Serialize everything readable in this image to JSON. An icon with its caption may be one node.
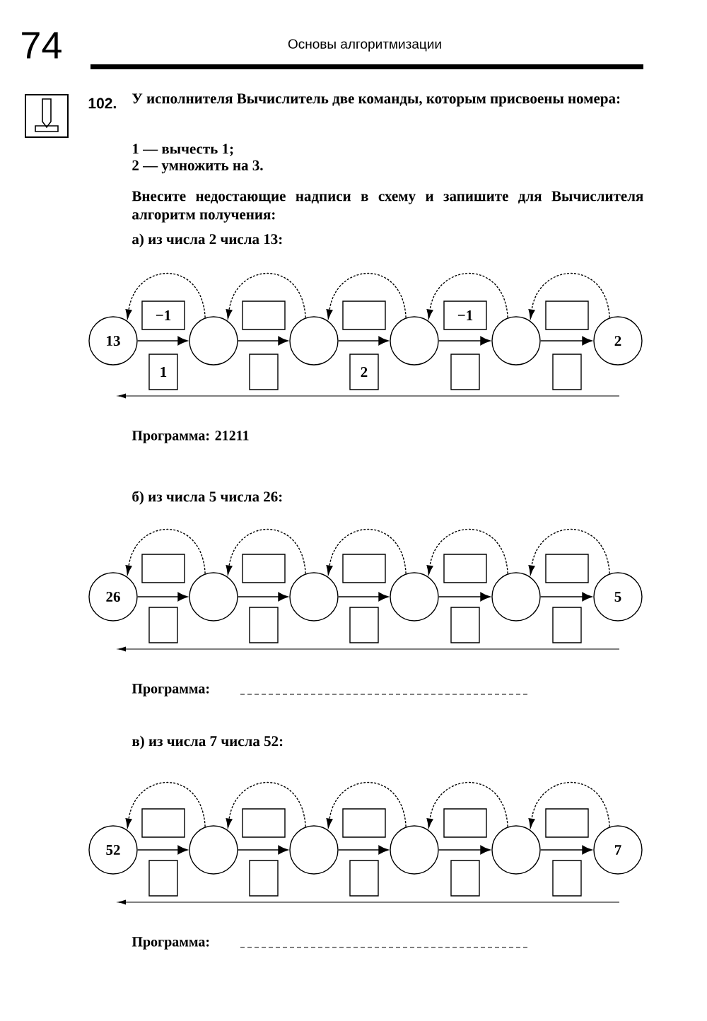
{
  "diagram": {
    "nodes": [
      {
        "text": [
          "13"
        ]
      },
      {
        "text": [
          "−1"
        ]
      },
      {
        "text": [
          "1"
        ]
      },
      {
        "text": [],
        "shape": "circle"
      },
      {
        "text": [],
        "shape": "box"
      },
      {
        "text": [],
        "shape": "box"
      },
      {
        "text": [],
        "shape": "circle"
      },
      {
        "text": [],
        "shape": "box"
      },
      {
        "text": [
          "2"
        ]
      },
      {
        "text": [],
        "shape": "circle"
      },
      {
        "text": [
          "−1"
        ]
      },
      {
        "text": [],
        "shape": "box"
      },
      {
        "text": [],
        "shape": "circle"
      },
      {
        "text": [],
        "shape": "box"
      },
      {
        "text": [],
        "shape": "box"
      },
      {
        "text": [
          "2"
        ]
      },
      {
        "text": [
          "26"
        ]
      },
      {
        "text": [],
        "shape": "box"
      },
      {
        "text": [],
        "shape": "box"
      },
      {
        "text": [],
        "shape": "circle"
      },
      {
        "text": [],
        "shape": "box"
      },
      {
        "text": [],
        "shape": "box"
      },
      {
        "text": [],
        "shape": "circle"
      },
      {
        "text": [],
        "shape": "box"
      },
      {
        "text": [],
        "shape": "box"
      },
      {
        "text": [],
        "shape": "circle"
      },
      {
        "text": [],
        "shape": "box"
      },
      {
        "text": [],
        "shape": "box"
      },
      {
        "text": [],
        "shape": "circle"
      },
      {
        "text": [],
        "shape": "box"
      },
      {
        "text": [],
        "shape": "box"
      },
      {
        "text": [
          "5"
        ]
      },
      {
        "text": [
          "52"
        ]
      },
      {
        "text": [],
        "shape": "box"
      },
      {
        "text": [],
        "shape": "box"
      },
      {
        "text": [],
        "shape": "circle"
      },
      {
        "text": [],
        "shape": "box"
      },
      {
        "text": [],
        "shape": "box"
      },
      {
        "text": [],
        "shape": "circle"
      },
      {
        "text": [],
        "shape": "box"
      },
      {
        "text": [],
        "shape": "box"
      },
      {
        "text": [],
        "shape": "circle"
      },
      {
        "text": [],
        "shape": "box"
      },
      {
        "text": [],
        "shape": "box"
      },
      {
        "text": [],
        "shape": "circle"
      },
      {
        "text": [],
        "shape": "box"
      },
      {
        "text": [],
        "shape": "box"
      },
      {
        "text": [
          "7"
        ]
      }
    ],
    "edges": [
      {
        "from": 0,
        "to": 3,
        "arrow": "to"
      },
      {
        "from": 3,
        "to": 6,
        "arrow": "to"
      },
      {
        "from": 6,
        "to": 9,
        "arrow": "to"
      },
      {
        "from": 9,
        "to": 12,
        "arrow": "to"
      },
      {
        "from": 12,
        "to": 15,
        "arrow": "to"
      },
      {
        "from": 3,
        "to": 0,
        "arrow": "to",
        "style": "dashed"
      },
      {
        "from": 6,
        "to": 3,
        "arrow": "to",
        "style": "dashed"
      },
      {
        "from": 9,
        "to": 6,
        "arrow": "to",
        "style": "dashed"
      },
      {
        "from": 12,
        "to": 9,
        "arrow": "to",
        "style": "dashed"
      },
      {
        "from": 15,
        "to": 12,
        "arrow": "to",
        "style": "dashed"
      },
      {
        "from": 16,
        "to": 19,
        "arrow": "to"
      },
      {
        "from": 19,
        "to": 22,
        "arrow": "to"
      },
      {
        "from": 22,
        "to": 25,
        "arrow": "to"
      },
      {
        "from": 25,
        "to": 28,
        "arrow": "to"
      },
      {
        "from": 28,
        "to": 31,
        "arrow": "to"
      },
      {
        "from": 19,
        "to": 16,
        "arrow": "to",
        "style": "dashed"
      },
      {
        "from": 22,
        "to": 19,
        "arrow": "to",
        "style": "dashed"
      },
      {
        "from": 25,
        "to": 22,
        "arrow": "to",
        "style": "dashed"
      },
      {
        "from": 28,
        "to": 25,
        "arrow": "to",
        "style": "dashed"
      },
      {
        "from": 31,
        "to": 28,
        "arrow": "to",
        "style": "dashed"
      },
      {
        "from": 32,
        "to": 35,
        "arrow": "to"
      },
      {
        "from": 35,
        "to": 38,
        "arrow": "to"
      },
      {
        "from": 38,
        "to": 41,
        "arrow": "to"
      },
      {
        "from": 41,
        "to": 44,
        "arrow": "to"
      },
      {
        "from": 44,
        "to": 47,
        "arrow": "to"
      },
      {
        "from": 35,
        "to": 32,
        "arrow": "to",
        "style": "dashed"
      },
      {
        "from": 38,
        "to": 35,
        "arrow": "to",
        "style": "dashed"
      },
      {
        "from": 41,
        "to": 38,
        "arrow": "to",
        "style": "dashed"
      },
      {
        "from": 44,
        "to": 41,
        "arrow": "to",
        "style": "dashed"
      },
      {
        "from": 47,
        "to": 44,
        "arrow": "to",
        "style": "dashed"
      }
    ],
    "labels": [
      "74",
      "Основы алгоритмизации",
      "102.",
      "У исполнителя Вычислитель две команды, которым присвоены номера:",
      "1 — вычесть 1;",
      "2 — умножить на 3.",
      "Внесите недостающие надписи в схему и запишите для Вычислителя алгоритм получения:",
      "а) из числа 2 числа 13:",
      "Программа: 21211",
      "б) из числа 5 числа 26:",
      "Программа:",
      "в) из числа 7 числа 52:",
      "Программа:"
    ]
  }
}
